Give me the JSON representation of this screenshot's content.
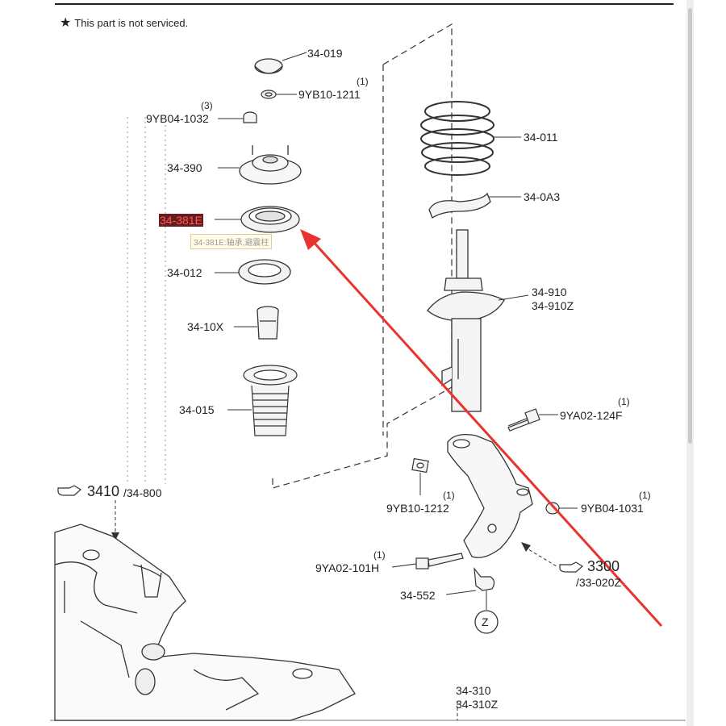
{
  "note": {
    "star": "★",
    "text": "This part is not serviced."
  },
  "parts": {
    "p34_019": "34-019",
    "p9yb10_1211": "9YB10-1211",
    "p9yb10_1211_qty": "(1)",
    "p9yb04_1032": "9YB04-1032",
    "p9yb04_1032_qty": "(3)",
    "p34_390": "34-390",
    "p34_381e": "34-381E",
    "p34_381e_tip": "34-381E:轴承,避震柱",
    "p34_012": "34-012",
    "p34_10x": "34-10X",
    "p34_015": "34-015",
    "p34_011": "34-011",
    "p34_0a3": "34-0A3",
    "p34_910": "34-910",
    "p34_910z": "34-910Z",
    "p9ya02_124f": "9YA02-124F",
    "p9ya02_124f_qty": "(1)",
    "p9yb10_1212": "9YB10-1212",
    "p9yb10_1212_qty": "(1)",
    "p9yb04_1031": "9YB04-1031",
    "p9yb04_1031_qty": "(1)",
    "p9ya02_101h": "9YA02-101H",
    "p9ya02_101h_qty": "(1)",
    "p34_552": "34-552",
    "z": "Z",
    "p3410": "3410",
    "p34_800": "/34-800",
    "p3300": "3300",
    "p33_020z": "/33-020Z",
    "p34_310": "34-310",
    "p34_310z": "34-310Z"
  },
  "colors": {
    "arrow": "#e8332e",
    "line": "#333333",
    "highlight": "#6a1b1b"
  }
}
